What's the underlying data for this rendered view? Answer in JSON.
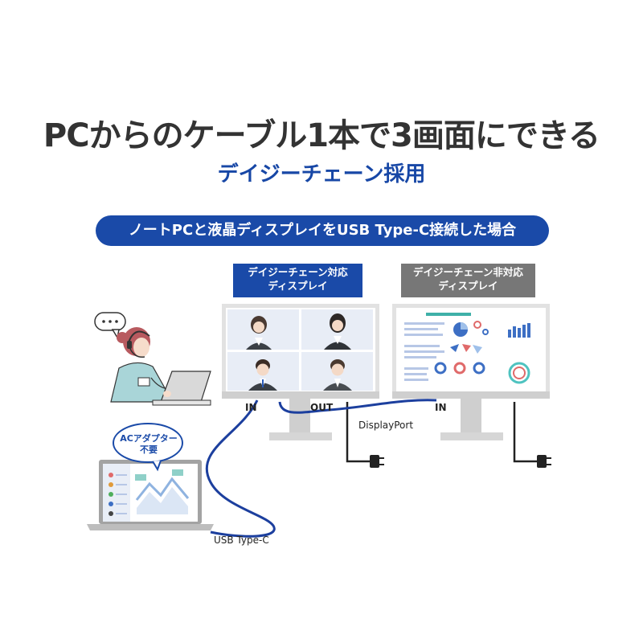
{
  "headline": "PCからのケーブル1本で3画面にできる",
  "subheadline": "デイジーチェーン採用",
  "banner": "ノートPCと液晶ディスプレイをUSB Type-C接続した場合",
  "monitor_left_tag": {
    "line1": "デイジーチェーン対応",
    "line2": "ディスプレイ"
  },
  "monitor_right_tag": {
    "line1": "デイジーチェーン非対応",
    "line2": "ディスプレイ"
  },
  "ports": {
    "left_in": "IN",
    "left_out": "OUT",
    "right_in": "IN"
  },
  "cables": {
    "displayport": "DisplayPort",
    "usb_type_c": "USB Type-C"
  },
  "ac_adapter_note": {
    "line1": "ACアダプター",
    "line2": "不要"
  },
  "colors": {
    "accent_blue": "#1a4aa8",
    "gray_tag": "#777777",
    "cable_blue": "#1c3f9e",
    "monitor_frame": "#d9d9d9"
  }
}
